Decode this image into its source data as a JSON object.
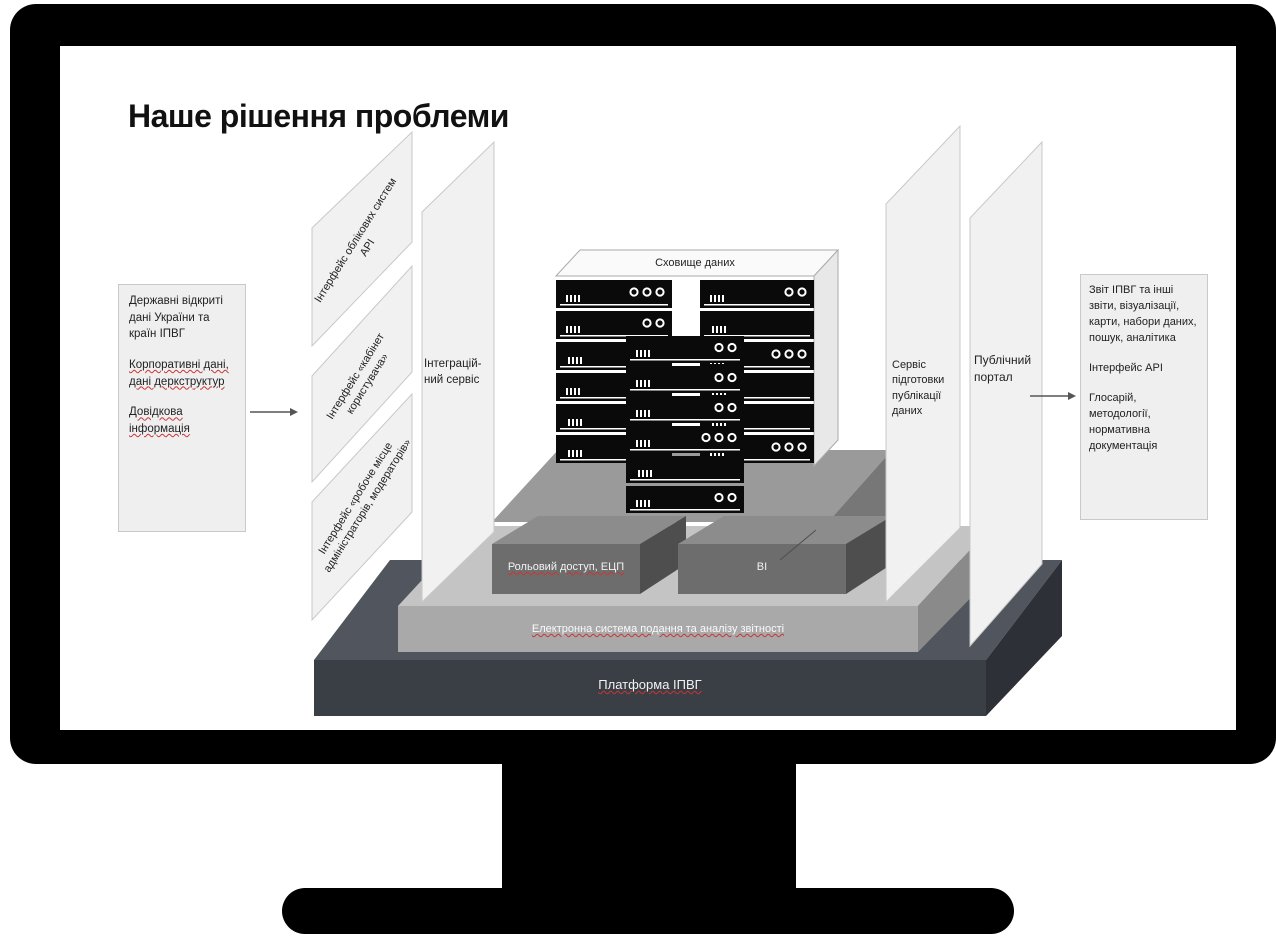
{
  "slide": {
    "title": "Наше рішення проблеми"
  },
  "sources": {
    "open_data": "Державні відкриті дані України та країн ІПВГ",
    "corporate": "Корпоративні дані, дані деркструктур",
    "reference": "Довідкова інформація"
  },
  "interfaces": {
    "accounting_api": "Інтерфейс облікових систем API",
    "user_cabinet": "Інтерфейс «кабінет користувача»",
    "admin_workplace": "Інтерфейс «робоче місце адміністраторів, модераторів»"
  },
  "integration_service": "Інтеграцій-ний сервіс",
  "data_warehouse": "Сховище даних",
  "role_access": "Рольовий доступ, ЕЦП",
  "bi": "BI",
  "reporting_system": "Електронна система подання та аналізу звітності",
  "platform": "Платформа ІПВГ",
  "publication_service": "Сервіс підготовки публікації даних",
  "public_portal": "Публічний портал",
  "outputs": {
    "reports": "Звіт ІПВГ та інші звіти, візуалізації, карти, набори даних, пошук, аналітика",
    "api": "Інтерфейс API",
    "glossary": "Глосарій, методології, нормативна документація"
  },
  "colors": {
    "platform": "#3a3e45",
    "platform_top": "#51565e",
    "reporting_layer": "#a9a9a9",
    "tier": "#838383",
    "box_dark": "#6d6d6d",
    "server": "#0a0a0a",
    "panel": "#f1f1f1"
  }
}
